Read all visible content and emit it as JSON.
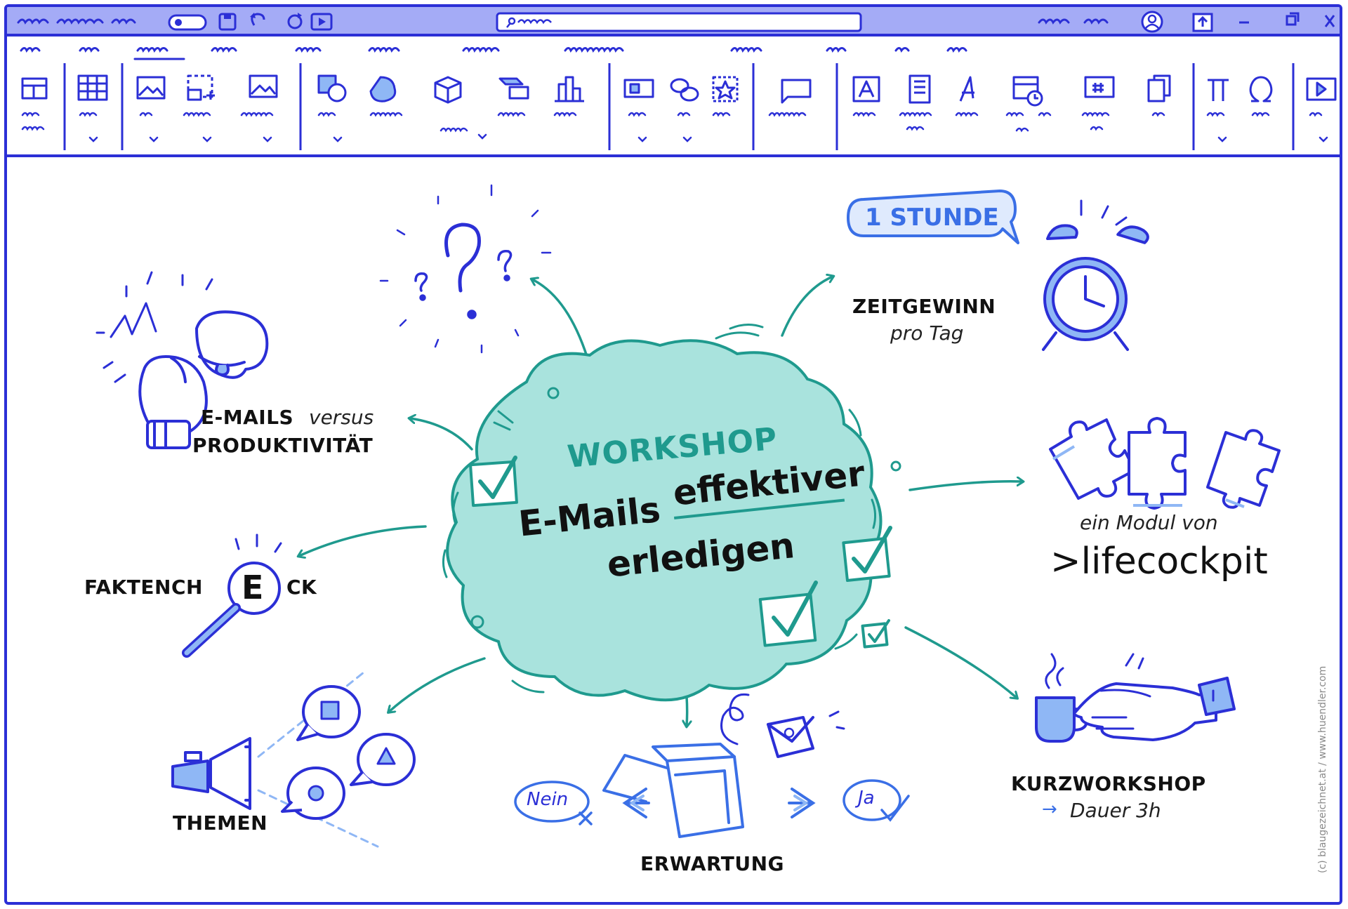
{
  "colors": {
    "accent": "#2b2fd6",
    "titlebar": "#a4abf6",
    "teal": "#1f9a8e",
    "cloud": "#a9e3dd",
    "light_blue": "#8fb7f5",
    "text": "#111111"
  },
  "titlebar": {
    "icons": [
      "toggle-icon",
      "save-icon",
      "undo-icon",
      "redo-icon",
      "present-icon",
      "search-icon",
      "account-icon",
      "share-icon",
      "minimize-icon",
      "restore-icon",
      "close-icon"
    ]
  },
  "ribbon": {
    "tool_icons": [
      "layout-icon",
      "table-icon",
      "image-icon",
      "screenshot-icon",
      "gallery-icon",
      "shapes-icon",
      "icons-icon",
      "3d-model-icon",
      "smartart-icon",
      "chart-icon",
      "media-icon",
      "link-icon",
      "action-icon",
      "comment-icon",
      "textbox-icon",
      "header-footer-icon",
      "wordart-icon",
      "date-time-icon",
      "slide-number-icon",
      "object-icon",
      "equation-icon",
      "symbol-icon",
      "video-icon"
    ]
  },
  "center": {
    "line1": "WORKSHOP",
    "line2a": "E-Mails",
    "line2b": "effektiver",
    "line3": "erledigen"
  },
  "nodes": {
    "zeitgewinn": {
      "bubble": "1 STUNDE",
      "title": "ZEITGEWINN",
      "sub": "pro Tag"
    },
    "emails": {
      "title_a": "E-MAILS",
      "title_b": "versus",
      "title_c": "PRODUKTIVITÄT"
    },
    "fakten": {
      "part_a": "FAKTENCH",
      "part_b": "E",
      "part_c": "CK"
    },
    "themen": {
      "title": "THEMEN"
    },
    "erwartung": {
      "title": "ERWARTUNG",
      "no": "Nein",
      "yes": "Ja"
    },
    "kurzworkshop": {
      "title": "KURZWORKSHOP",
      "arrow": "→",
      "sub": "Dauer 3h"
    },
    "modul": {
      "sub": "ein Modul von",
      "brand": ">lifecockpit"
    }
  },
  "credit": "(c) blaugezeichnet.at / www.huendler.com"
}
